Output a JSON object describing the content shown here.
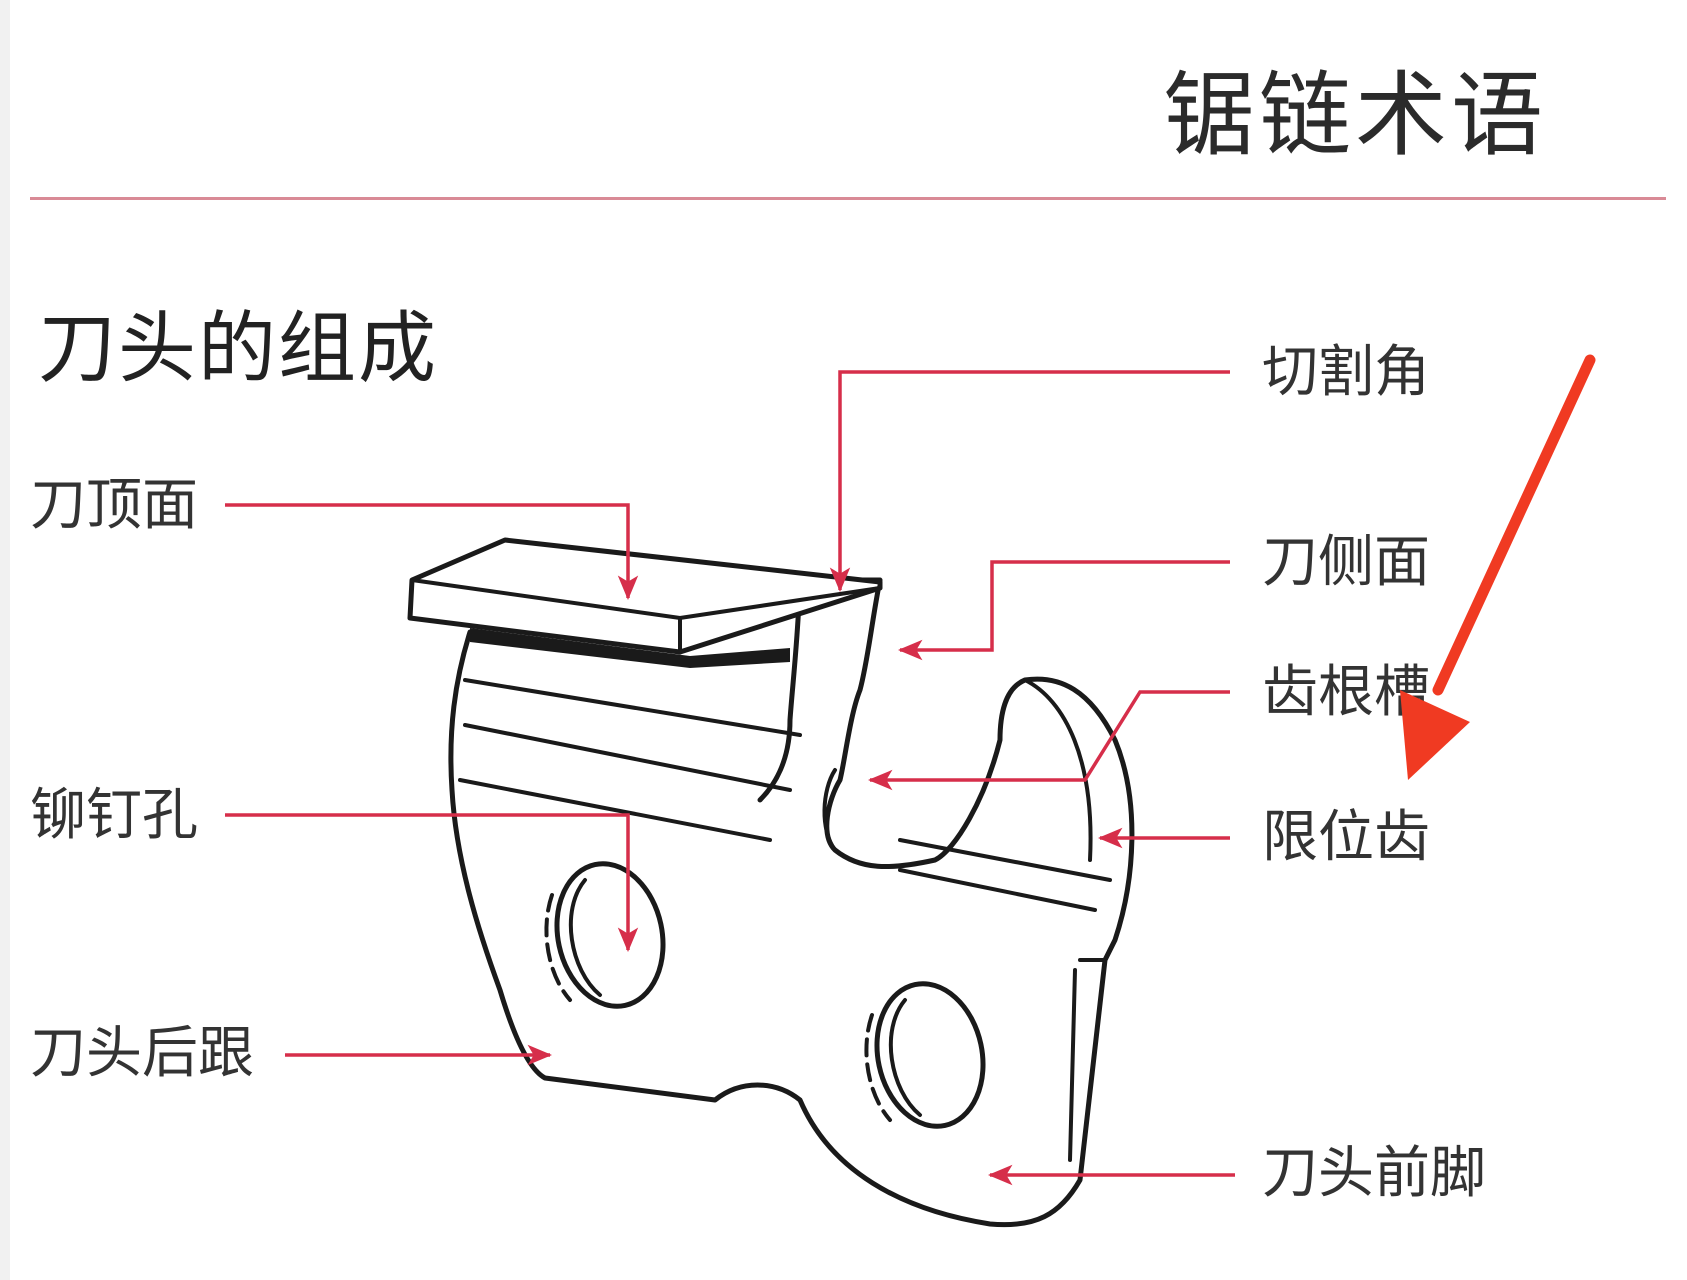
{
  "header": {
    "title": "锯链术语"
  },
  "section": {
    "title": "刀头的组成"
  },
  "labels": {
    "top_plate": "刀顶面",
    "rivet_hole": "铆钉孔",
    "heel": "刀头后跟",
    "cutting_angle": "切割角",
    "side_plate": "刀侧面",
    "gullet": "齿根槽",
    "depth_gauge": "限位齿",
    "toe": "刀头前脚"
  },
  "colors": {
    "leader": "#d62e4a",
    "annotation_arrow": "#f03a22",
    "divider": "#d98a96",
    "outline": "#1a1a1a"
  }
}
